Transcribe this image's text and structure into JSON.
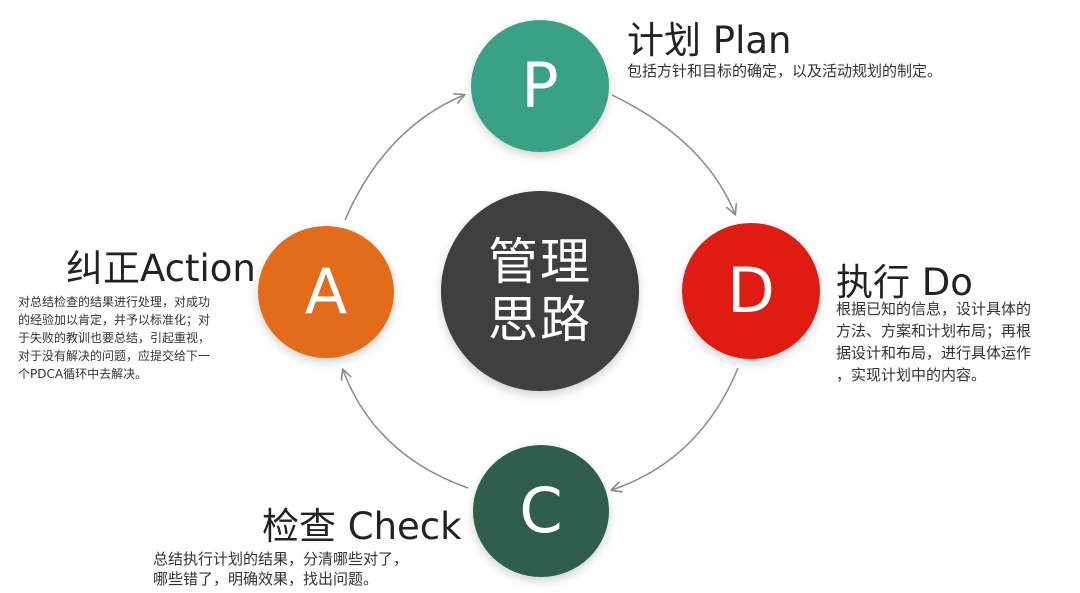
{
  "colors": {
    "plan": "#3aa183",
    "do": "#e01b12",
    "check": "#2f5e4b",
    "action": "#e36c1a",
    "center": "#3f3f3f",
    "arrow": "#8a8a8a"
  },
  "center": {
    "lines": [
      "管理",
      "思路"
    ]
  },
  "nodes": {
    "plan": {
      "letter": "P",
      "title": "计划 Plan",
      "desc": [
        "包括方针和目标的确定，以及活动规划的制定。"
      ]
    },
    "do": {
      "letter": "D",
      "title": "执行 Do",
      "desc": [
        "根据已知的信息，设计具体的",
        "方法、方案和计划布局；再根",
        "据设计和布局，进行具体运作",
        "，实现计划中的内容。"
      ]
    },
    "check": {
      "letter": "C",
      "title": "检查 Check",
      "desc": [
        "总结执行计划的结果，分清哪些对了，",
        "哪些错了，明确效果，找出问题。"
      ]
    },
    "action": {
      "letter": "A",
      "title": "纠正Action",
      "desc": [
        "对总结检查的结果进行处理，对成功",
        "的经验加以肯定，并予以标准化；对",
        "于失败的教训也要总结，引起重视，",
        "对于没有解决的问题，应提交给下一",
        "个PDCA循环中去解决。"
      ]
    }
  }
}
